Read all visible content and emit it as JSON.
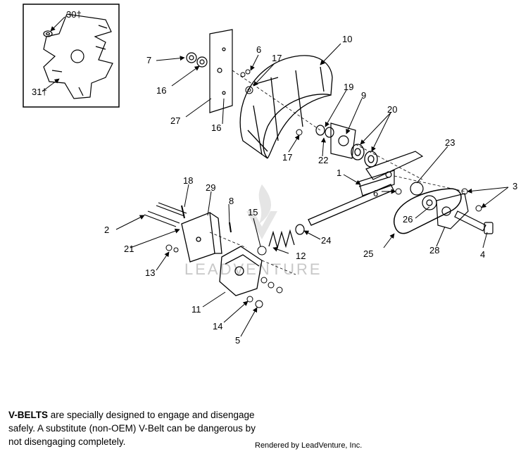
{
  "callouts": {
    "c1": "1",
    "c2": "2",
    "c3": "3",
    "c4": "4",
    "c5": "5",
    "c6a": "6",
    "c6b": "6",
    "c7": "7",
    "c8": "8",
    "c9": "9",
    "c10": "10",
    "c11": "11",
    "c12": "12",
    "c13": "13",
    "c14": "14",
    "c15": "15",
    "c16a": "16",
    "c16b": "16",
    "c17a": "17",
    "c17b": "17",
    "c18": "18",
    "c19": "19",
    "c20": "20",
    "c21": "21",
    "c22": "22",
    "c23": "23",
    "c24": "24",
    "c25": "25",
    "c26": "26",
    "c27": "27",
    "c28": "28",
    "c29": "29",
    "c30": "30†",
    "c31": "31†"
  },
  "watermark": "LEADVENTURE",
  "note": {
    "bold": "V-BELTS",
    "text": " are specially designed to engage and disengage safely. A substitute (non-OEM) V-Belt can be dangerous by not disengaging completely."
  },
  "footer": "Rendered by LeadVenture, Inc."
}
